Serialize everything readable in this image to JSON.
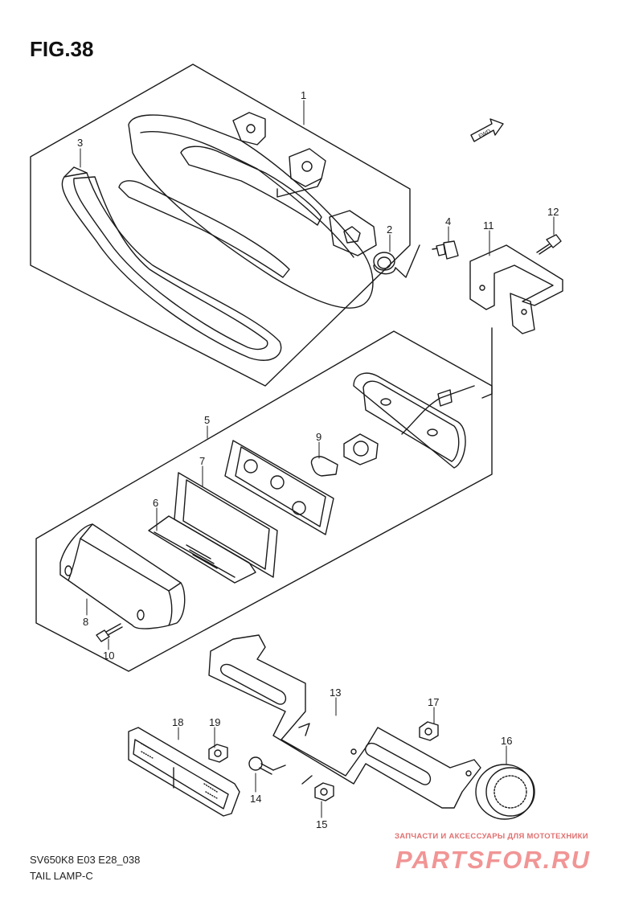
{
  "figure": {
    "title": "FIG.38",
    "code": "SV650K8 E03 E28_038",
    "name": "TAIL LAMP-C"
  },
  "fwd_arrow": {
    "label": "FWD",
    "icon": "forward-arrow-icon"
  },
  "callouts": [
    "1",
    "2",
    "3",
    "4",
    "5",
    "6",
    "7",
    "8",
    "9",
    "10",
    "11",
    "12",
    "13",
    "14",
    "15",
    "16",
    "17",
    "18",
    "19"
  ],
  "watermark": {
    "tagline": "ЗАПЧАСТИ И АКСЕССУАРЫ ДЛЯ МОТОТЕХНИКИ",
    "site": "PARTSFOR.RU",
    "color": "#f08a8a"
  },
  "colors": {
    "line": "#1a1a1a",
    "background": "#ffffff"
  }
}
